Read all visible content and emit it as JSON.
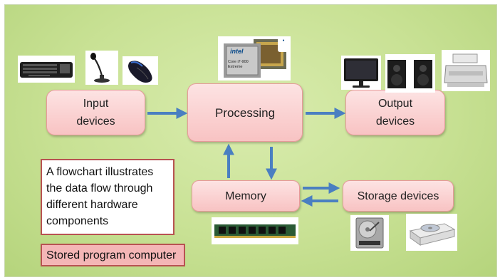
{
  "nodes": {
    "input": "Input\ndevices",
    "processing": "Processing",
    "output": "Output\ndevices",
    "memory": "Memory",
    "storage": "Storage devices"
  },
  "caption": "A flowchart illustrates the data flow through different hardware components",
  "label": "Stored program computer",
  "cpu_chip_text": {
    "brand": "intel",
    "model": "Core i7-900",
    "edition": "Extreme"
  },
  "colors": {
    "background": "#c8e194",
    "node_fill": "#f8c3c3",
    "node_border": "#e79a9a",
    "arrow": "#4a7fc1",
    "panel_border": "#b85252",
    "label_fill": "#f4b6b6"
  },
  "icons": {
    "input": [
      "keyboard-icon",
      "microphone-icon",
      "mouse-icon"
    ],
    "processing": [
      "cpu-chip-icon"
    ],
    "output": [
      "monitor-icon",
      "speakers-icon",
      "printer-icon"
    ],
    "memory": [
      "ram-module-icon"
    ],
    "storage": [
      "hard-disk-icon",
      "optical-drive-icon"
    ]
  }
}
